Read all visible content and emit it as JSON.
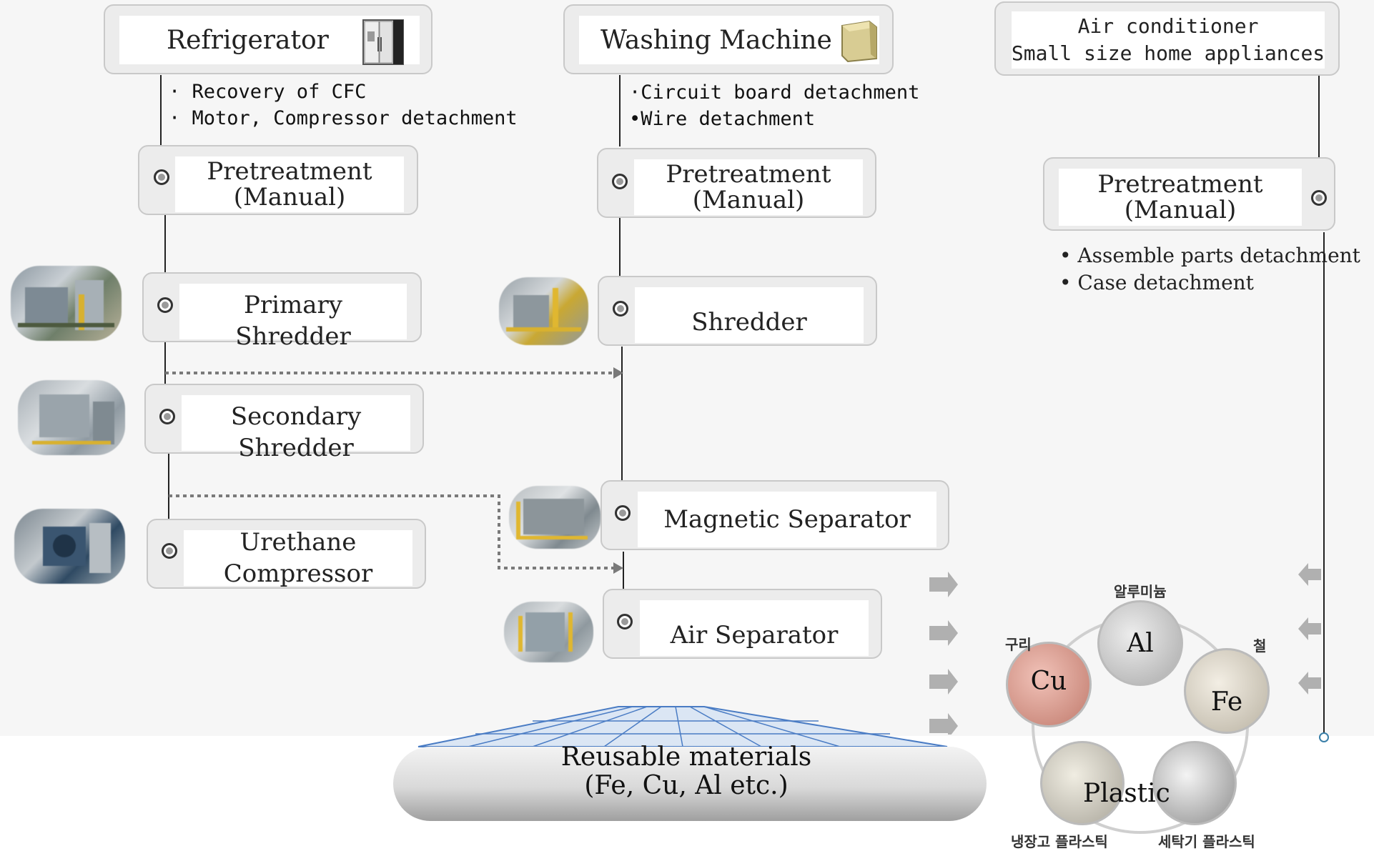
{
  "columns": {
    "refrigerator": {
      "title": "Refrigerator",
      "notes": [
        "· Recovery of CFC",
        "· Motor, Compressor detachment"
      ],
      "steps": [
        {
          "line1": "Pretreatment",
          "line2": "(Manual)"
        },
        {
          "line1": "Primary",
          "line2": "Shredder"
        },
        {
          "line1": "Secondary",
          "line2": "Shredder"
        },
        {
          "line1": "Urethane",
          "line2": "Compressor"
        }
      ]
    },
    "washing_machine": {
      "title": "Washing Machine",
      "notes": [
        "·Circuit board detachment",
        "•Wire detachment"
      ],
      "steps": [
        {
          "line1": "Pretreatment",
          "line2": "(Manual)"
        },
        {
          "line1": "Shredder"
        },
        {
          "line1": "Magnetic Separator"
        },
        {
          "line1": "Air Separator"
        }
      ]
    },
    "air_conditioner": {
      "title_line1": "Air conditioner",
      "title_line2": "Small size home appliances",
      "steps": [
        {
          "line1": "Pretreatment",
          "line2": "(Manual)"
        }
      ],
      "notes": [
        "• Assemble parts detachment",
        "• Case detachment"
      ]
    }
  },
  "reusable": {
    "line1": "Reusable materials",
    "line2": "(Fe, Cu, Al etc.)"
  },
  "materials": [
    {
      "symbol": "Al",
      "korean": "알루미늄",
      "color": "#c8c8c8"
    },
    {
      "symbol": "Fe",
      "korean": "철",
      "color": "#d9d3c8"
    },
    {
      "symbol": "Cu",
      "korean": "구리",
      "color": "#d99a8e"
    },
    {
      "symbol": "Plastic",
      "korean_left": "냉장고 플라스틱",
      "korean_right": "세탁기 플라스틱",
      "color": "#cfcfcf"
    }
  ],
  "colors": {
    "box_border": "#c9c9c9",
    "box_fill": "#ececec",
    "dotted": "#7a7a7a",
    "arrow": "#b0b0b0",
    "platform_top": "#4a7cc4"
  },
  "icons": [
    "refrigerator-icon",
    "washing-machine-icon"
  ]
}
